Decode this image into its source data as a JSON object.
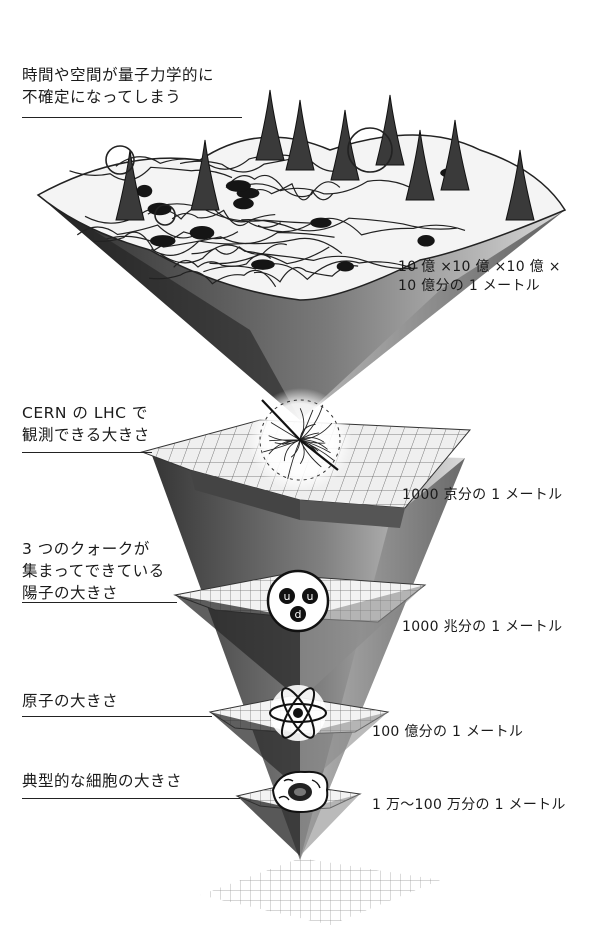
{
  "levels": [
    {
      "label": "時間や空間が量子力学的に\n不確定になってしまう",
      "scale": "10 億 ×10 億 ×10 億 ×\n10 億分の 1 メートル",
      "icon": "foam"
    },
    {
      "label": "CERN の LHC で\n観測できる大きさ",
      "scale": "1000 京分の 1 メートル",
      "icon": "collision-tracks-icon"
    },
    {
      "label": "3 つのクォークが\n集まってできている\n陽子の大きさ",
      "scale": "1000 兆分の 1 メートル",
      "icon": "proton-quarks-icon"
    },
    {
      "label": "原子の大きさ",
      "scale": "100 億分の 1 メートル",
      "icon": "atom-icon"
    },
    {
      "label": "典型的な細胞の大きさ",
      "scale": "1 万〜100 万分の 1 メートル",
      "icon": "cell-icon"
    }
  ],
  "quarks": [
    "u",
    "u",
    "d"
  ]
}
